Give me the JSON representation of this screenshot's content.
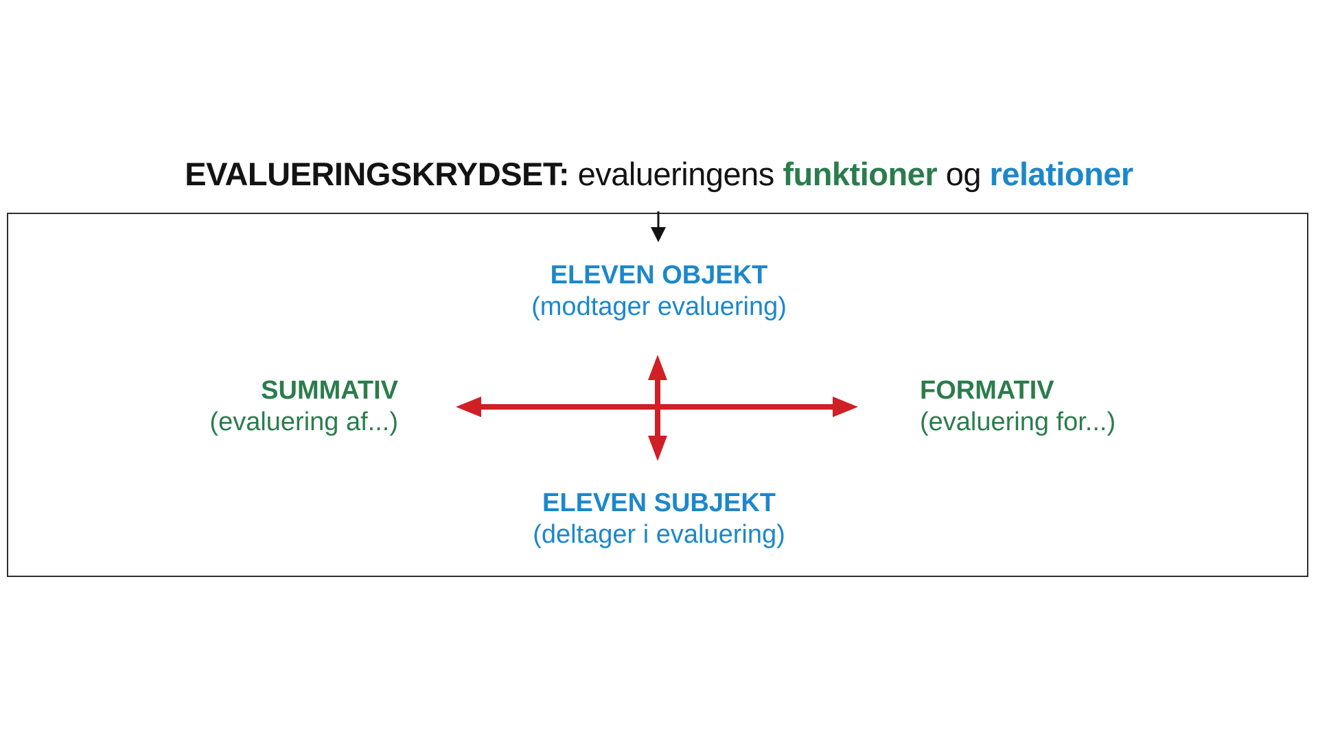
{
  "title": {
    "main": "EVALUERINGSKRYDSET:",
    "mid": "evalueringens",
    "funktioner": "funktioner",
    "og": "og",
    "relationer": "relationer"
  },
  "diagram": {
    "top": {
      "name": "ELEVEN OBJEKT",
      "desc": "(modtager evaluering)"
    },
    "bottom": {
      "name": "ELEVEN SUBJEKT",
      "desc": "(deltager i evaluering)"
    },
    "left": {
      "name": "SUMMATIV",
      "desc": "(evaluering af...)"
    },
    "right": {
      "name": "FORMATIV",
      "desc": "(evaluering for...)"
    }
  },
  "colors": {
    "red": "#d11f26",
    "blue": "#1c87cb",
    "green": "#2b7c4c",
    "ink": "#131313",
    "border": "#2e2e2e"
  }
}
